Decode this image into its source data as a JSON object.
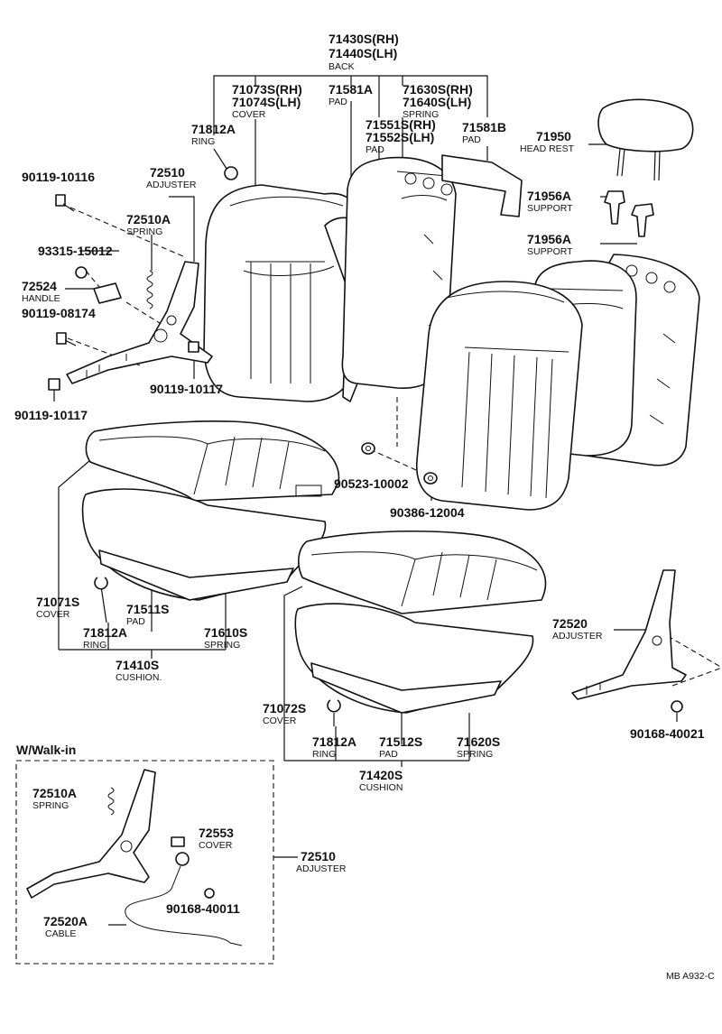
{
  "back": {
    "rh": "71430S(RH)",
    "lh": "71440S(LH)",
    "name": "BACK"
  },
  "labels": {
    "cover_back": {
      "rh": "71073S(RH)",
      "lh": "71074S(LH)",
      "name": "COVER"
    },
    "pad_71581a": {
      "num": "71581A",
      "name": "PAD"
    },
    "spring_back": {
      "rh": "71630S(RH)",
      "lh": "71640S(LH)",
      "name": "SPRING"
    },
    "ring_top": {
      "num": "71812A",
      "name": "RING"
    },
    "pad_back": {
      "rh": "71551S(RH)",
      "lh": "71552S(LH)",
      "name": "PAD"
    },
    "pad_71581b": {
      "num": "71581B",
      "name": "PAD"
    },
    "head_rest": {
      "num": "71950",
      "name": "HEAD REST"
    },
    "bolt_10116": {
      "num": "90119-10116"
    },
    "adjuster_72510": {
      "num": "72510",
      "name": "ADJUSTER"
    },
    "spring_72510a": {
      "num": "72510A",
      "name": "SPRING"
    },
    "screw_93315": {
      "num": "93315-15012"
    },
    "handle_72524": {
      "num": "72524",
      "name": "HANDLE"
    },
    "bolt_08174": {
      "num": "90119-08174"
    },
    "bolt_10117a": {
      "num": "90119-10117"
    },
    "bolt_10117b": {
      "num": "90119-10117"
    },
    "support_a": {
      "num": "71956A",
      "name": "SUPPORT"
    },
    "support_b": {
      "num": "71956A",
      "name": "SUPPORT"
    },
    "nut_90523": {
      "num": "90523-10002"
    },
    "nut_90386": {
      "num": "90386-12004"
    },
    "cover_71071": {
      "num": "71071S",
      "name": "COVER"
    },
    "pad_71511": {
      "num": "71511S",
      "name": "PAD"
    },
    "ring_mid": {
      "num": "71812A",
      "name": "RING"
    },
    "spring_71610": {
      "num": "71610S",
      "name": "SPRING"
    },
    "cushion_71410": {
      "num": "71410S",
      "name": "CUSHION."
    },
    "adjuster_72520": {
      "num": "72520",
      "name": "ADJUSTER"
    },
    "screw_40021": {
      "num": "90168-40021"
    },
    "cover_71072": {
      "num": "71072S",
      "name": "COVER"
    },
    "ring_low": {
      "num": "71812A",
      "name": "RING"
    },
    "pad_71512": {
      "num": "71512S",
      "name": "PAD"
    },
    "spring_71620": {
      "num": "71620S",
      "name": "SPRING"
    },
    "cushion_71420": {
      "num": "71420S",
      "name": "CUSHION"
    }
  },
  "walkin": {
    "title": "W/Walk-in",
    "spring": {
      "num": "72510A",
      "name": "SPRING"
    },
    "cover": {
      "num": "72553",
      "name": "COVER"
    },
    "adjuster": {
      "num": "72510",
      "name": "ADJUSTER"
    },
    "screw": {
      "num": "90168-40011"
    },
    "cable": {
      "num": "72520A",
      "name": "CABLE"
    }
  },
  "footer": {
    "code": "MB A932-C"
  }
}
